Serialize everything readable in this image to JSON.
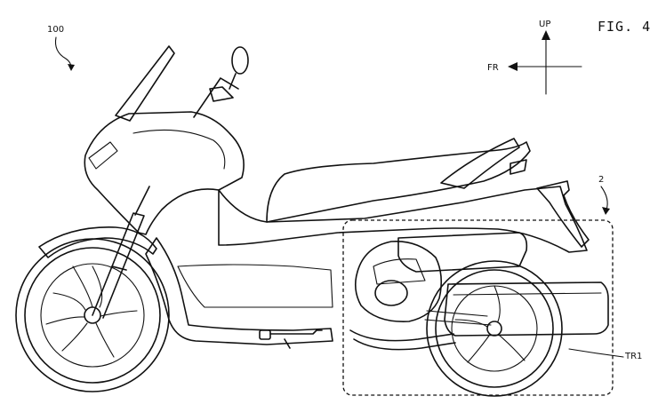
{
  "figure": {
    "figure_label": "FIG. 4",
    "vehicle_ref": "100",
    "unit_ref": "2",
    "part_ref": "TR1",
    "direction": {
      "up_label": "UP",
      "front_label": "FR"
    }
  }
}
